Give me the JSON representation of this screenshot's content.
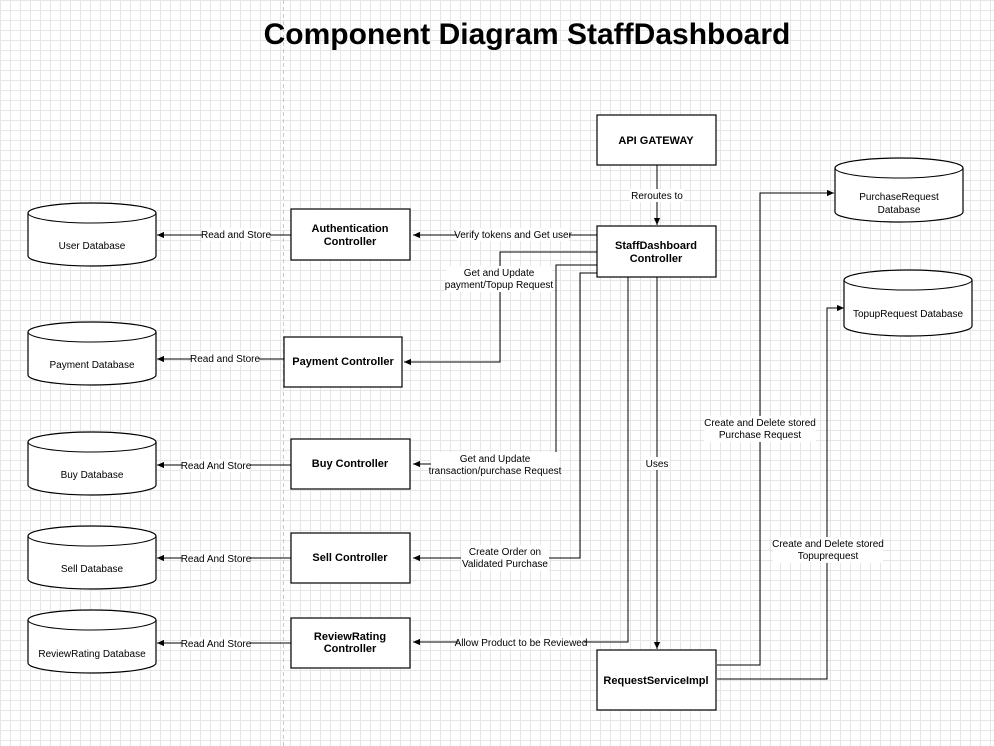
{
  "title": "Component Diagram StaffDashboard",
  "components": {
    "api_gateway": "API GATEWAY",
    "staff_dashboard": [
      "StaffDashboard",
      "Controller"
    ],
    "auth_controller": [
      "Authentication",
      "Controller"
    ],
    "payment_controller": "Payment Controller",
    "buy_controller": "Buy Controller",
    "sell_controller": "Sell Controller",
    "review_controller": [
      "ReviewRating",
      "Controller"
    ],
    "request_service": "RequestServiceImpl"
  },
  "databases": {
    "user": "User Database",
    "payment": "Payment Database",
    "buy": "Buy Database",
    "sell": "Sell Database",
    "review": "ReviewRating Database",
    "purchase_request": [
      "PurchaseRequest",
      "Database"
    ],
    "topup_request": "TopupRequest Database"
  },
  "edges": {
    "reroutes_to": "Reroutes to",
    "verify_tokens": "Verify tokens and Get user",
    "payment_update": [
      "Get and Update",
      "payment/Topup Request"
    ],
    "buy_update": [
      "Get and Update",
      "transaction/purchase Request"
    ],
    "create_order": [
      "Create Order on",
      "Validated Purchase"
    ],
    "allow_review": "Allow Product to be Reviewed",
    "uses": "Uses",
    "purchase_crud": [
      "Create and Delete stored",
      "Purchase Request"
    ],
    "topup_crud": [
      "Create and Delete stored",
      "Topuprequest"
    ],
    "auth_store": "Read and Store",
    "payment_store": "Read and Store",
    "buy_store": "Read And Store",
    "sell_store": "Read And Store",
    "review_store": "Read And Store"
  }
}
